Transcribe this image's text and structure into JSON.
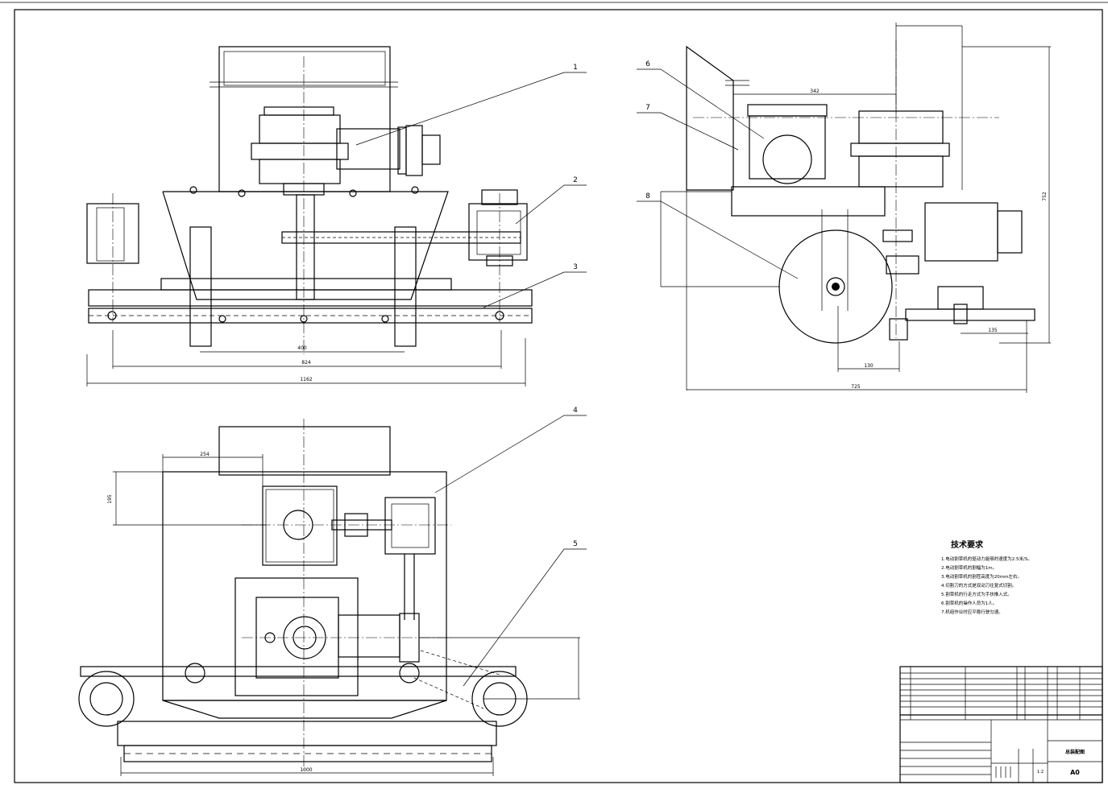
{
  "drawing": {
    "callouts": [
      "1",
      "2",
      "3",
      "4",
      "5",
      "6",
      "7",
      "8"
    ],
    "front_view": {
      "dims": {
        "d400": "400",
        "d824": "824",
        "d1162": "1162"
      }
    },
    "side_view": {
      "dims": {
        "d342": "342",
        "d752": "752",
        "d135": "135",
        "d130": "130",
        "d725": "725"
      }
    },
    "top_view": {
      "dims": {
        "d254": "254",
        "d195": "195",
        "d1000": "1000"
      }
    },
    "tech_requirements": {
      "title": "技术要求",
      "items": [
        "1.电动割草机的驱动力能够的速度为2.5米/S。",
        "2.电动割草机的割幅为1m。",
        "3.电动割草机的割茬高度为20mm左右。",
        "4.切割刀的方式是双动刀往复式切割。",
        "5.割草机的行走方式为手扶推入式。",
        "6.割草机的操作人员为1人。",
        "7.机组作业时应平稳行驶匀速。"
      ]
    },
    "title_block": {
      "drawing_title": "总装配图",
      "sheet": "A0",
      "scale": "1:2"
    },
    "frame_color": "#000000",
    "paper_color": "#ffffff"
  }
}
